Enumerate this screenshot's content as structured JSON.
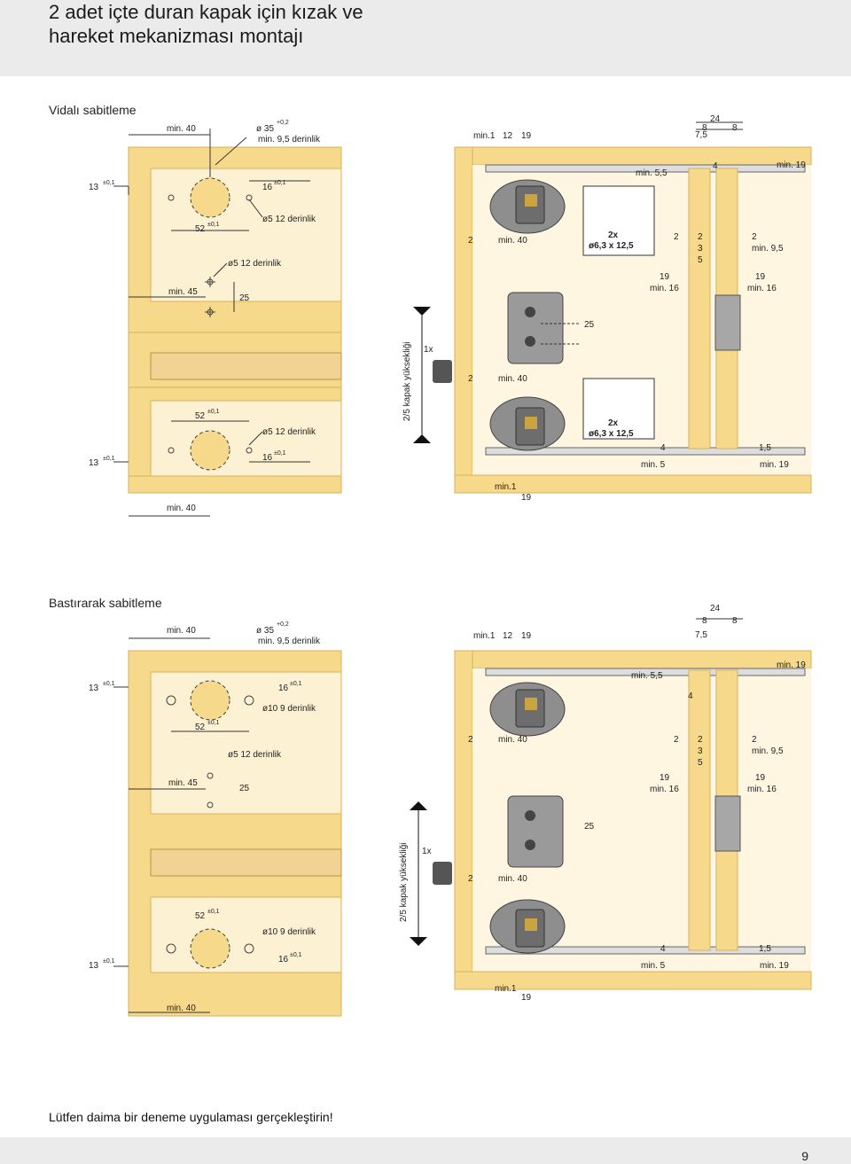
{
  "title_line1": "2 adet içte duran kapak için kızak ve",
  "title_line2": "hareket mekanizması montajı",
  "section1": {
    "heading": "Vidalı sabitleme",
    "labels": {
      "min40_top": "min. 40",
      "hinge_hole": "ø 35",
      "hinge_tol": "+0,2",
      "hinge_depth": "min. 9,5 derinlik",
      "d13": "13",
      "tol": "±0,1",
      "d16": "16",
      "d52": "52",
      "screw_hole_a": "ø5  12 derinlik",
      "screw_hole_b": "ø5  12 derinlik",
      "min45": "min. 45",
      "d25": "25",
      "min1": "min.1",
      "d12": "12",
      "d19": "19",
      "d2": "2",
      "min40_mid": "min. 40",
      "screw_count": "2x",
      "screw_spec": "ø6,3 x 12,5",
      "d24": "24",
      "d8a": "8",
      "d8b": "8",
      "d7_5": "7,5",
      "min5_5": "min. 5,5",
      "d4": "4",
      "min19": "min. 19",
      "d3": "3",
      "d5": "5",
      "min9_5": "min. 9,5",
      "min16": "min. 16",
      "height_label": "2/5 kapak yüksekliği",
      "one_x": "1x",
      "min5": "min. 5",
      "d1_5": "1,5",
      "min40_bottom": "min. 40"
    }
  },
  "section2": {
    "heading": "Bastırarak sabitleme",
    "labels": {
      "min40_top": "min. 40",
      "hinge_hole": "ø 35",
      "hinge_tol": "+0,2",
      "hinge_depth": "min. 9,5 derinlik",
      "d13": "13",
      "tol": "±0,1",
      "d16": "16",
      "d52": "52",
      "screw_hole_a": "ø10  9 derinlik",
      "screw_hole_b": "ø5  12 derinlik",
      "min45": "min. 45",
      "d25": "25",
      "min1": "min.1",
      "d12": "12",
      "d19": "19",
      "d2": "2",
      "min40_mid": "min. 40",
      "d24": "24",
      "d8a": "8",
      "d8b": "8",
      "d7_5": "7,5",
      "min5_5": "min. 5,5",
      "d4": "4",
      "min19": "min. 19",
      "d3": "3",
      "d5": "5",
      "min9_5": "min. 9,5",
      "min16": "min. 16",
      "height_label": "2/5 kapak yüksekliği",
      "one_x": "1x",
      "min5": "min. 5",
      "d1_5": "1,5",
      "min40_bottom": "min. 40"
    }
  },
  "note": "Lütfen daima bir deneme uygulaması gerçekleştirin!",
  "page_number": "9",
  "colors": {
    "wood": "#f7d98b",
    "wood_edge": "#d9b15a",
    "wood_light": "#fbe9bd",
    "panel_fill": "#fdf1d3",
    "metal": "#8e8e8e",
    "metal_dark": "#555555",
    "header_bg": "#ebebeb"
  }
}
